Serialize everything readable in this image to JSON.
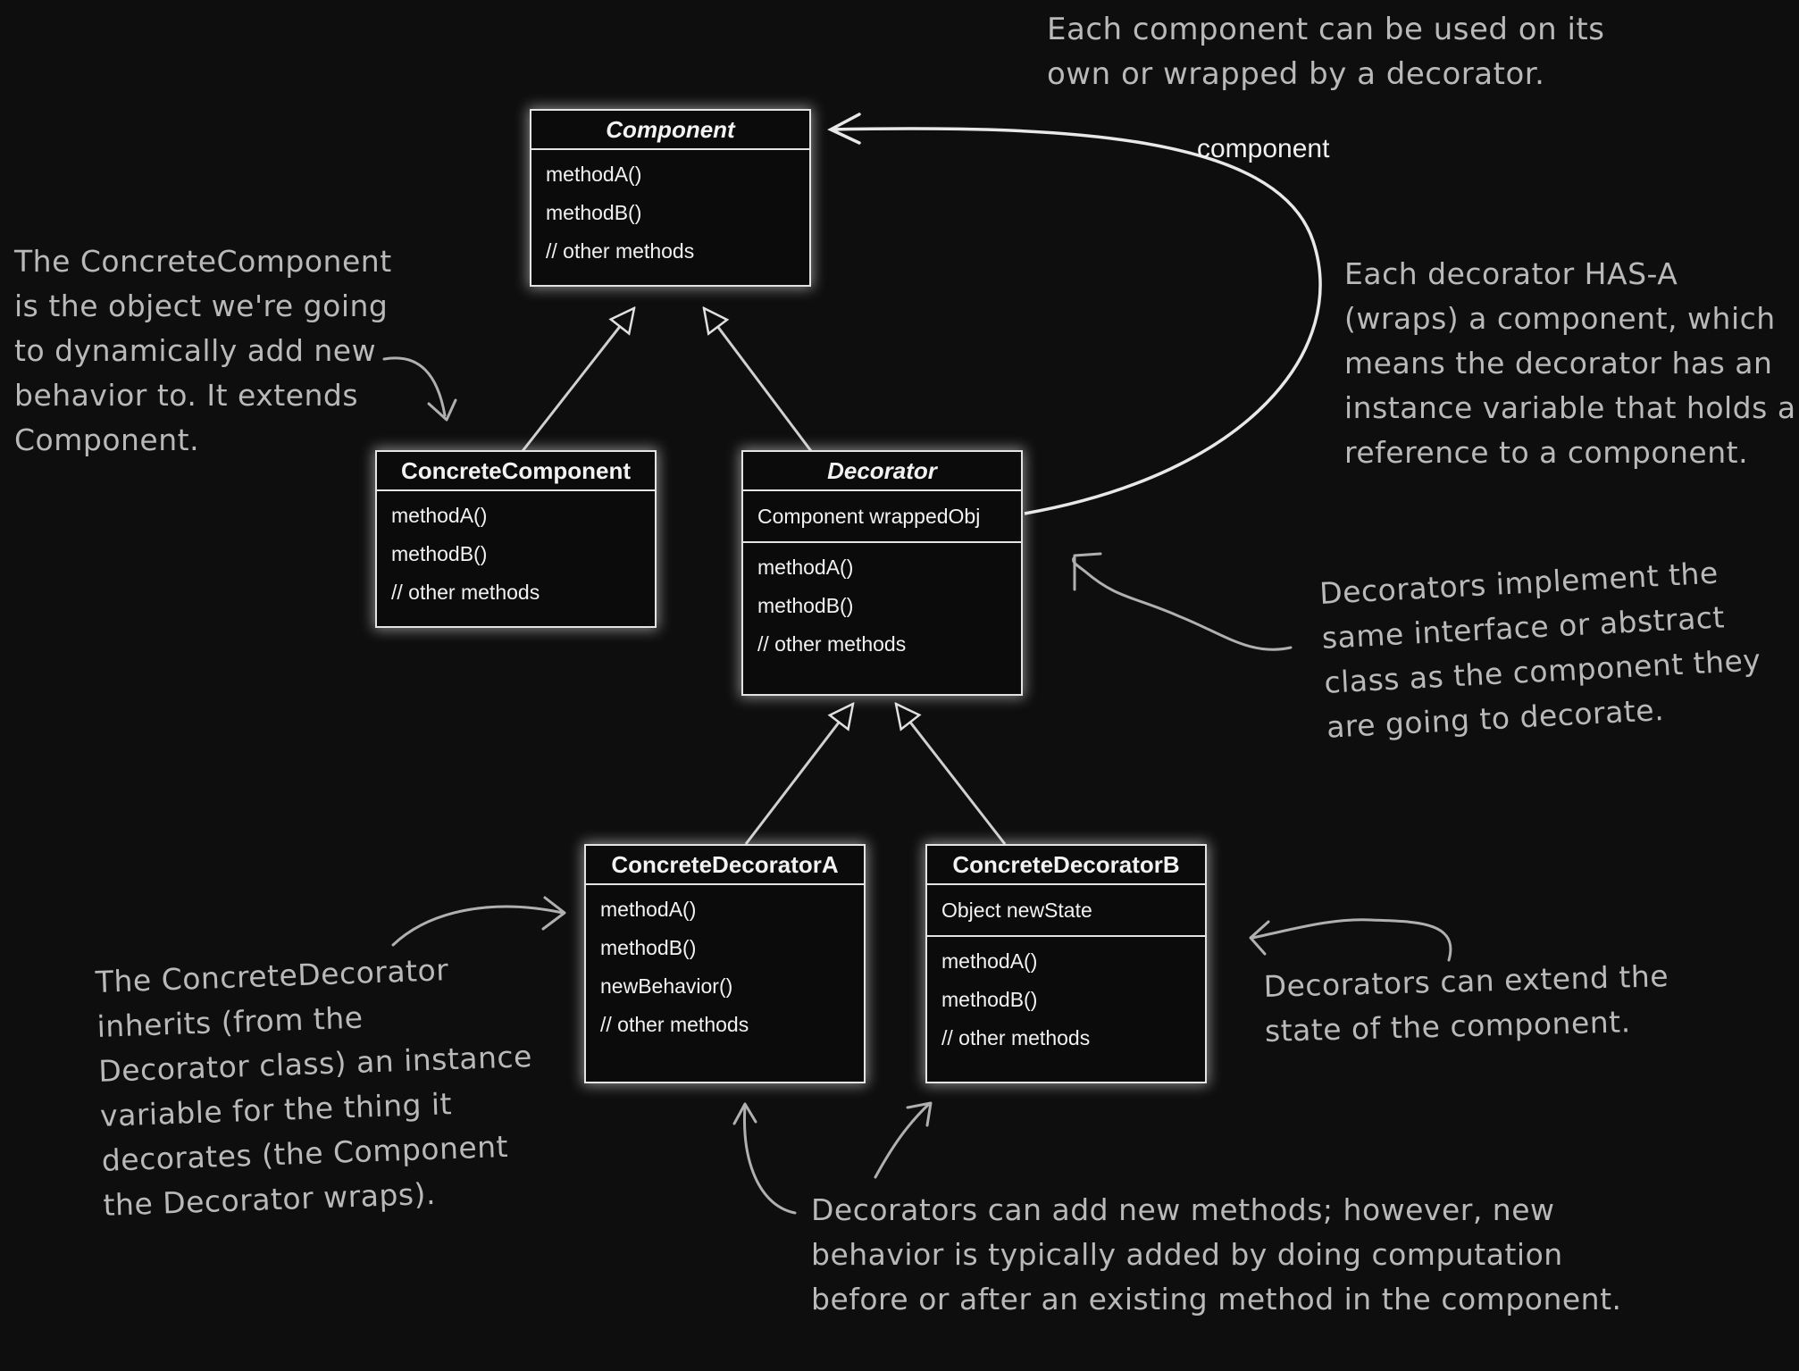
{
  "classes": {
    "component": {
      "name": "Component",
      "fields": [],
      "methods": [
        "methodA()",
        "methodB()",
        "// other methods"
      ]
    },
    "concrete_component": {
      "name": "ConcreteComponent",
      "fields": [],
      "methods": [
        "methodA()",
        "methodB()",
        "// other methods"
      ]
    },
    "decorator": {
      "name": "Decorator",
      "fields": [
        "Component wrappedObj"
      ],
      "methods": [
        "methodA()",
        "methodB()",
        "// other methods"
      ]
    },
    "concrete_decorator_a": {
      "name": "ConcreteDecoratorA",
      "fields": [],
      "methods": [
        "methodA()",
        "methodB()",
        "newBehavior()",
        "// other methods"
      ]
    },
    "concrete_decorator_b": {
      "name": "ConcreteDecoratorB",
      "fields": [
        "Object newState"
      ],
      "methods": [
        "methodA()",
        "methodB()",
        "// other methods"
      ]
    }
  },
  "association": {
    "label": "component"
  },
  "notes": {
    "top_right": "Each component can be used on its\nown or wrapped by a decorator.",
    "left_top": "The ConcreteComponent\nis the object we're going\nto dynamically add new\nbehavior to. It extends\nComponent.",
    "right_has_a": "Each decorator HAS-A\n(wraps) a component, which\nmeans the decorator has an\ninstance variable that holds a\nreference to a component.",
    "right_implement": "Decorators implement the\nsame interface or abstract\nclass as the component they\nare going to decorate.",
    "right_state": "Decorators can extend the\nstate of the component.",
    "left_bottom": "The ConcreteDecorator\ninherits (from the\nDecorator class) an instance\nvariable for the thing it\ndecorates (the Component\nthe Decorator wraps).",
    "bottom": "Decorators can add new methods; however, new\nbehavior is typically added by doing computation\nbefore or after an existing method in the component."
  },
  "colors": {
    "background": "#0e0e0e",
    "box_border": "#e4e4e4",
    "box_text": "#f2f2f2",
    "note_text": "#b9b9b9",
    "connector": "#d0d0d0",
    "annotation_arrow": "#b0b0b0"
  }
}
